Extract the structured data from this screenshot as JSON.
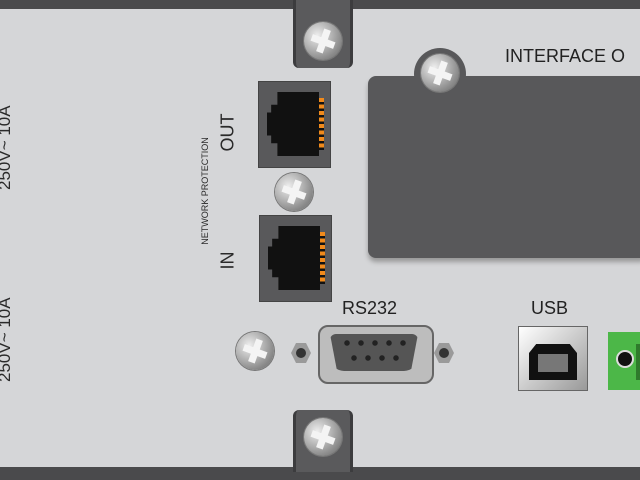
{
  "labels": {
    "rating_top": "250V~ 10A",
    "rating_bottom": "250V~ 10A",
    "network_protection": "NETWORK PROTECTION",
    "out": "OUT",
    "in": "IN",
    "interface": "INTERFACE O",
    "rs232": "RS232",
    "usb": "USB"
  },
  "colors": {
    "panel": "#d5d6d8",
    "card": "#58585a",
    "rj_pins": "#f08a1c",
    "terminal": "#4cb748"
  }
}
